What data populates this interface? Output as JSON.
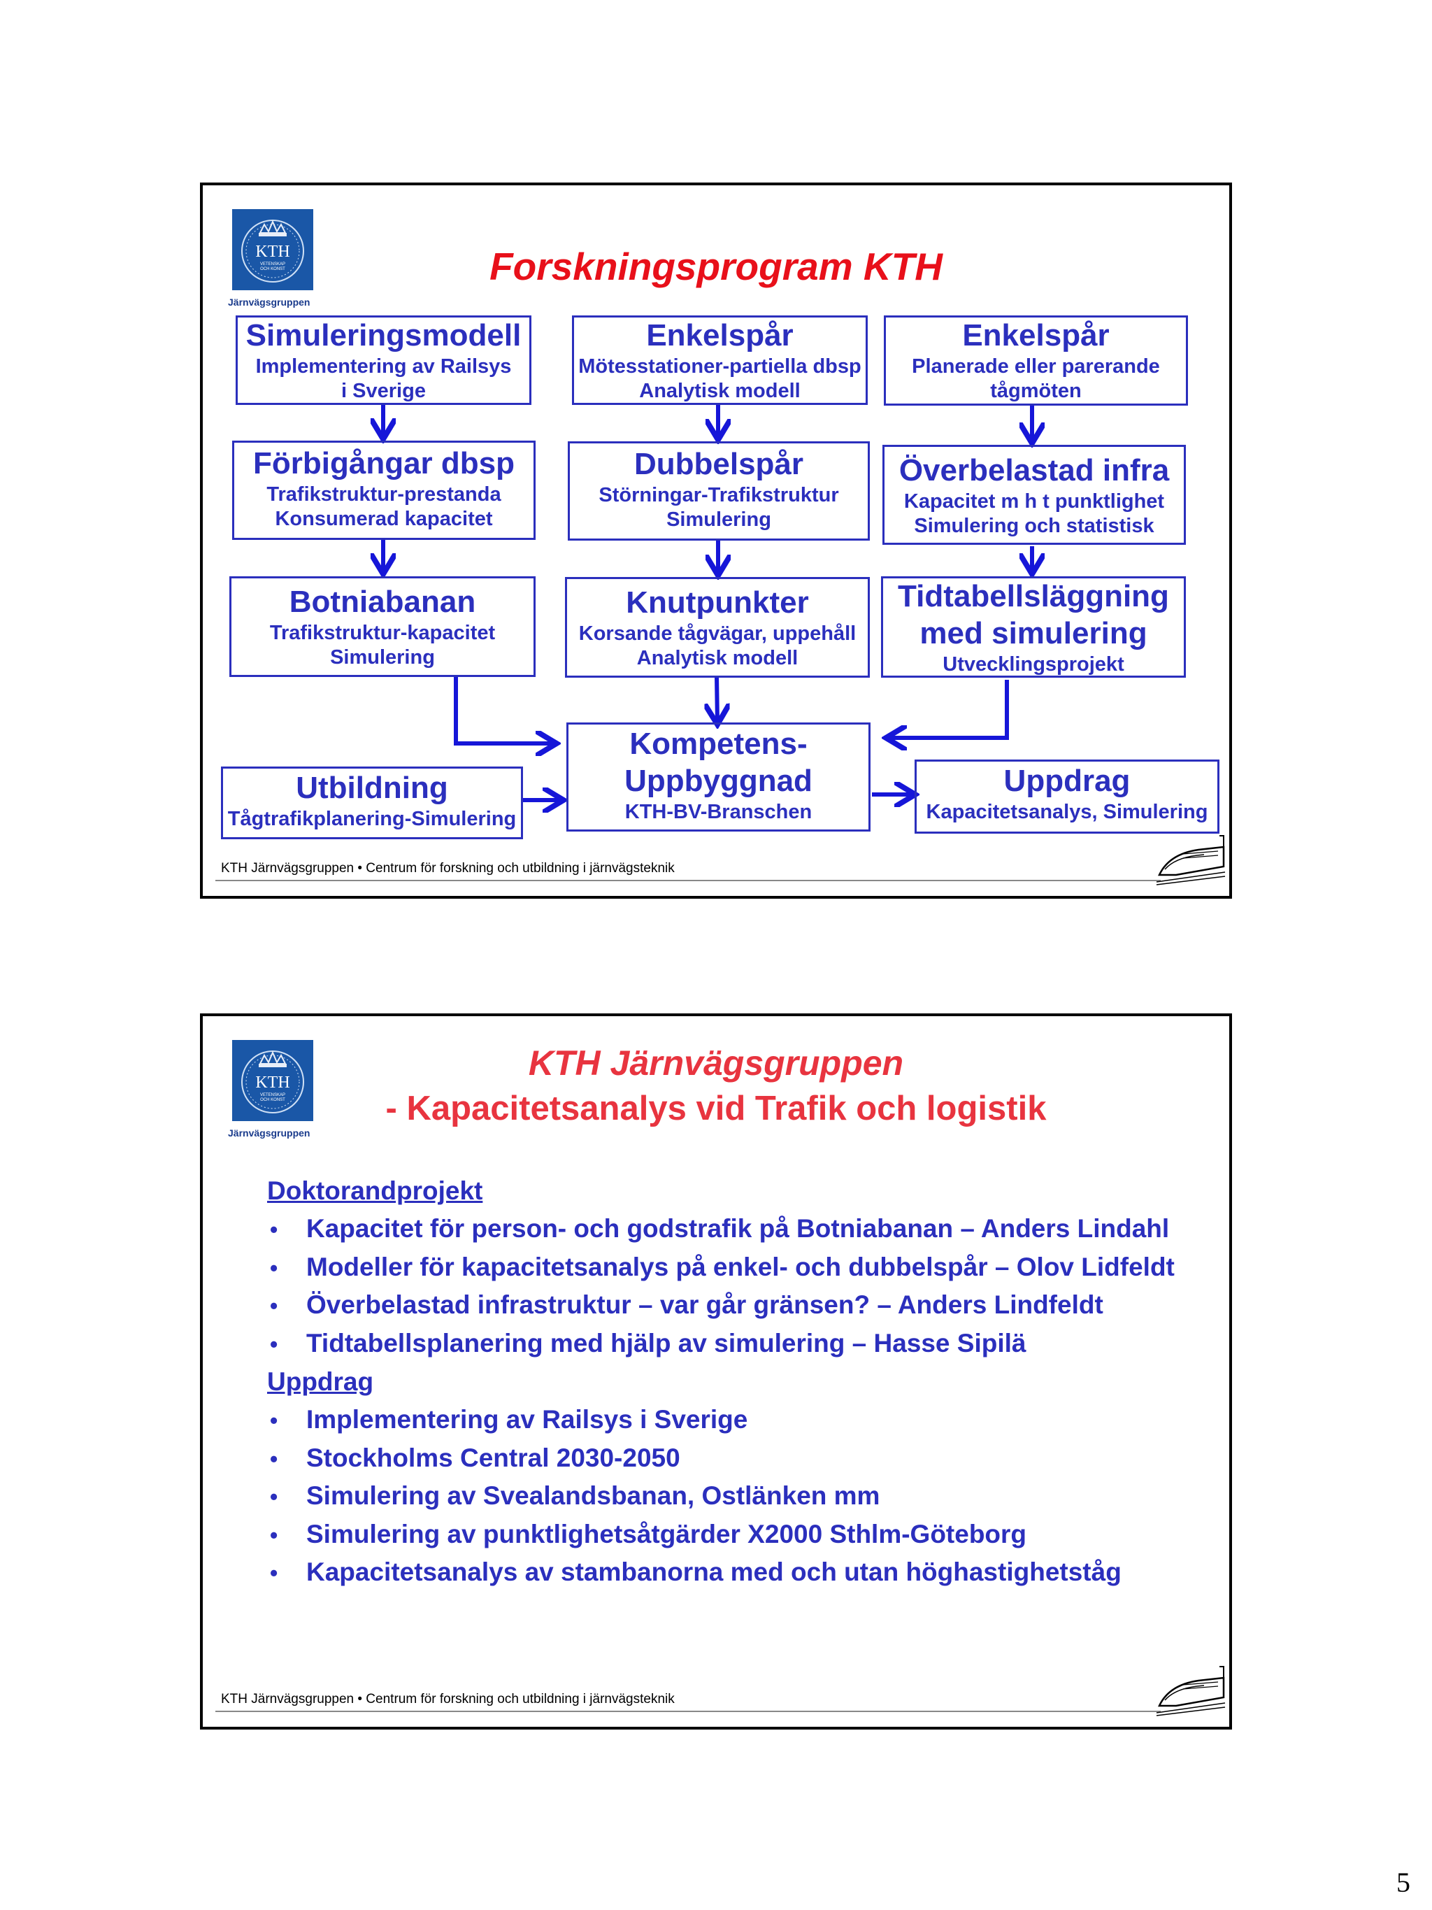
{
  "logo": {
    "text": "KTH",
    "sub1": "VETENSKAP",
    "sub2": "OCH KONST",
    "caption": "Järnvägsgruppen"
  },
  "footer": "KTH Järnvägsgruppen • Centrum för forskning och utbildning i järnvägsteknik",
  "slide1": {
    "title": "Forskningsprogram KTH",
    "boxes": [
      {
        "heading": "Simuleringsmodell",
        "lines": [
          "Implementering av Railsys",
          "i Sverige"
        ]
      },
      {
        "heading": "Enkelspår",
        "lines": [
          "Mötesstationer-partiella dbsp",
          "Analytisk modell"
        ]
      },
      {
        "heading": "Enkelspår",
        "lines": [
          "Planerade eller parerande",
          "tågmöten"
        ]
      },
      {
        "heading": "Förbigångar dbsp",
        "lines": [
          "Trafikstruktur-prestanda",
          "Konsumerad kapacitet"
        ]
      },
      {
        "heading": "Dubbelspår",
        "lines": [
          "Störningar-Trafikstruktur",
          "Simulering"
        ]
      },
      {
        "heading": "Överbelastad infra",
        "lines": [
          "Kapacitet m h t punktlighet",
          "Simulering och statistisk"
        ]
      },
      {
        "heading": "Botniabanan",
        "lines": [
          "Trafikstruktur-kapacitet",
          "Simulering"
        ]
      },
      {
        "heading": "Knutpunkter",
        "lines": [
          "Korsande tågvägar, uppehåll",
          "Analytisk modell"
        ]
      },
      {
        "heading": "Tidtabellsläggning",
        "heading2": "med simulering",
        "lines": [
          "Utvecklingsprojekt"
        ]
      },
      {
        "heading": "Kompetens-",
        "heading2": "Uppbyggnad",
        "lines": [
          "KTH-BV-Branschen"
        ]
      },
      {
        "heading": "Utbildning",
        "lines": [
          "Tågtrafikplanering-Simulering"
        ]
      },
      {
        "heading": "Uppdrag",
        "lines": [
          "Kapacitetsanalys, Simulering"
        ]
      }
    ]
  },
  "slide2": {
    "title_line1": "KTH Järnvägsgruppen",
    "title_line2": "- Kapacitetsanalys vid Trafik och logistik",
    "sections": [
      {
        "heading": "Doktorandprojekt",
        "items": [
          "Kapacitet för person- och godstrafik på Botniabanan – Anders Lindahl",
          "Modeller för kapacitetsanalys på enkel- och dubbelspår – Olov Lidfeldt",
          "Överbelastad infrastruktur – var går gränsen? – Anders Lindfeldt",
          "Tidtabellsplanering med hjälp av simulering – Hasse Sipilä"
        ]
      },
      {
        "heading": "Uppdrag",
        "items": [
          "Implementering av Railsys i Sverige",
          "Stockholms Central 2030-2050",
          "Simulering av Svealandsbanan, Ostlänken mm",
          "Simulering av punktlighetsåtgärder X2000 Sthlm-Göteborg",
          "Kapacitetsanalys av stambanorna med och utan höghastighetståg"
        ]
      }
    ]
  },
  "page_number": "5",
  "colors": {
    "accent_blue": "#2b2fbd",
    "title_red": "#e8101a",
    "logo_blue": "#1a57a7"
  }
}
